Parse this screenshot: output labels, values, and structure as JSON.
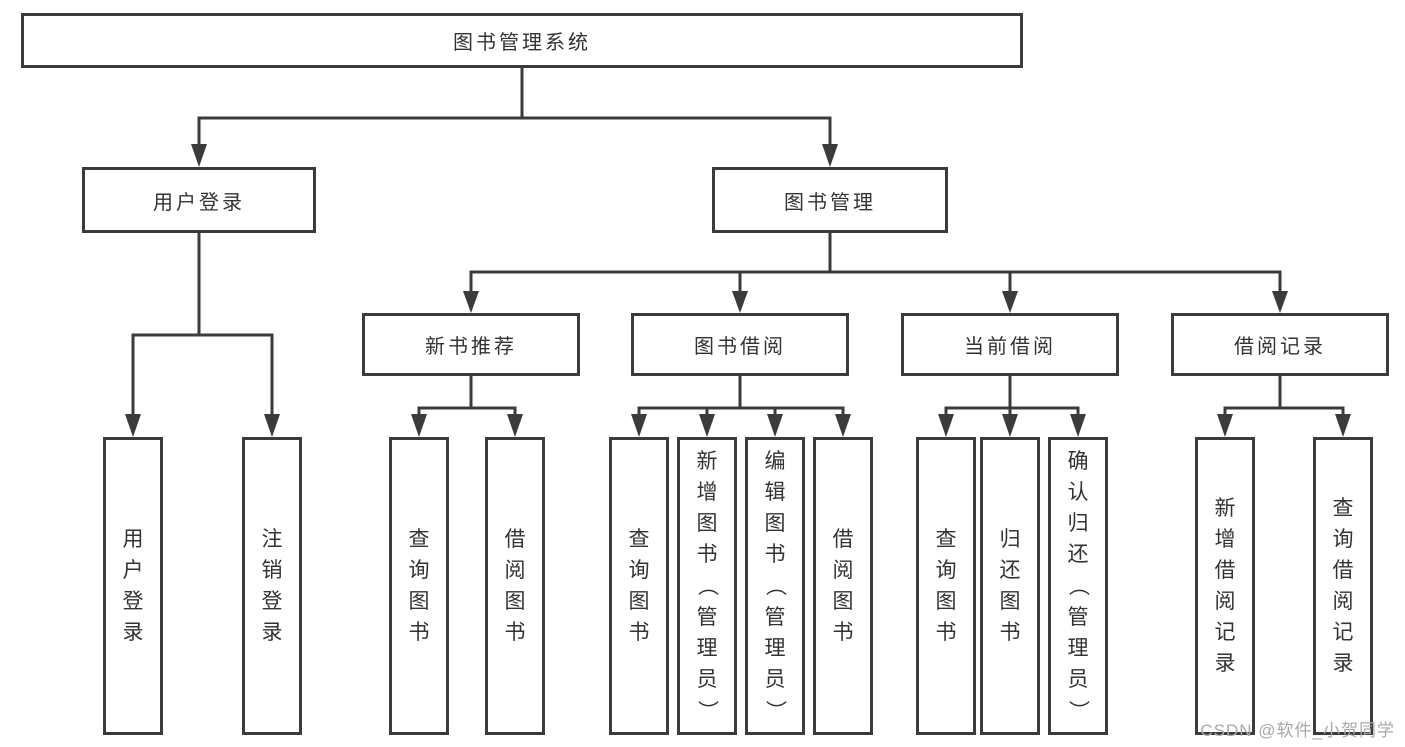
{
  "colors": {
    "line": "#3b3b3b",
    "text": "#333333",
    "watermark": "#a9a9a9",
    "background": "#ffffff"
  },
  "watermark": {
    "text": "CSDN @软件_小贺同学"
  },
  "tree": {
    "root": {
      "label": "图书管理系统"
    },
    "level2": [
      {
        "label": "用户登录"
      },
      {
        "label": "图书管理"
      }
    ],
    "level3": [
      {
        "label": "新书推荐"
      },
      {
        "label": "图书借阅"
      },
      {
        "label": "当前借阅"
      },
      {
        "label": "借阅记录"
      }
    ],
    "leaves": [
      {
        "label": "用户登录"
      },
      {
        "label": "注销登录"
      },
      {
        "label": "查询图书"
      },
      {
        "label": "借阅图书"
      },
      {
        "label": "查询图书"
      },
      {
        "label": "新增图书（管理员）"
      },
      {
        "label": "编辑图书（管理员）"
      },
      {
        "label": "借阅图书"
      },
      {
        "label": "查询图书"
      },
      {
        "label": "归还图书"
      },
      {
        "label": "确认归还（管理员）"
      },
      {
        "label": "新增借阅记录"
      },
      {
        "label": "查询借阅记录"
      }
    ]
  }
}
